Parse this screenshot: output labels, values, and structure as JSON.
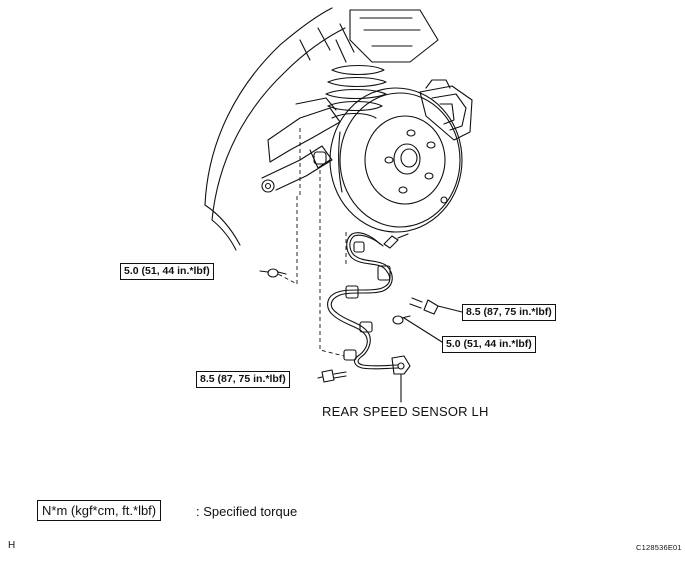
{
  "callouts": {
    "torque_5_0_left": "5.0 (51, 44 in.*lbf)",
    "torque_8_5_right": "8.5 (87, 75 in.*lbf)",
    "torque_5_0_right": "5.0 (51, 44 in.*lbf)",
    "torque_8_5_bottom": "8.5 (87, 75 in.*lbf)"
  },
  "part_label": "REAR SPEED SENSOR LH",
  "legend": {
    "box_text": "N*m (kgf*cm, ft.*lbf)",
    "description": ": Specified torque"
  },
  "corner_left": "H",
  "figure_code": "C128536E01"
}
